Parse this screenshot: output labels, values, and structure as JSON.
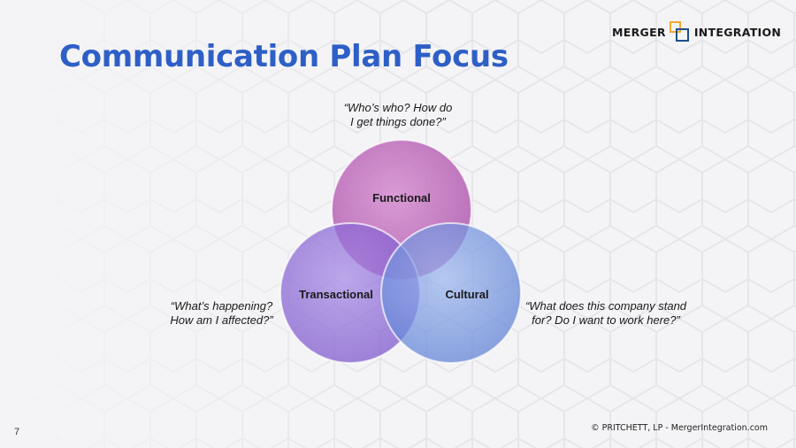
{
  "logo": {
    "left_text": "MERGER",
    "right_text": "INTEGRATION",
    "colors": {
      "orange": "#f0a830",
      "blue": "#1f4e8c"
    }
  },
  "slide": {
    "title": "Communication Plan Focus",
    "page_number": "7"
  },
  "venn": {
    "circles": [
      {
        "label": "Functional",
        "color": "#c56bc0",
        "quote": "“Who’s who? How do\nI get things done?”"
      },
      {
        "label": "Transactional",
        "color": "#8e68d8",
        "quote": "“What’s happening?\nHow am I affected?”"
      },
      {
        "label": "Cultural",
        "color": "#7b9be0",
        "quote": "“What does this company stand\nfor? Do I want to work here?”"
      }
    ]
  },
  "footer": {
    "copyright": "© PRITCHETT, LP  -  MergerIntegration.com"
  },
  "colors": {
    "title": "#2e5fc7",
    "background": "#f4f4f6"
  }
}
